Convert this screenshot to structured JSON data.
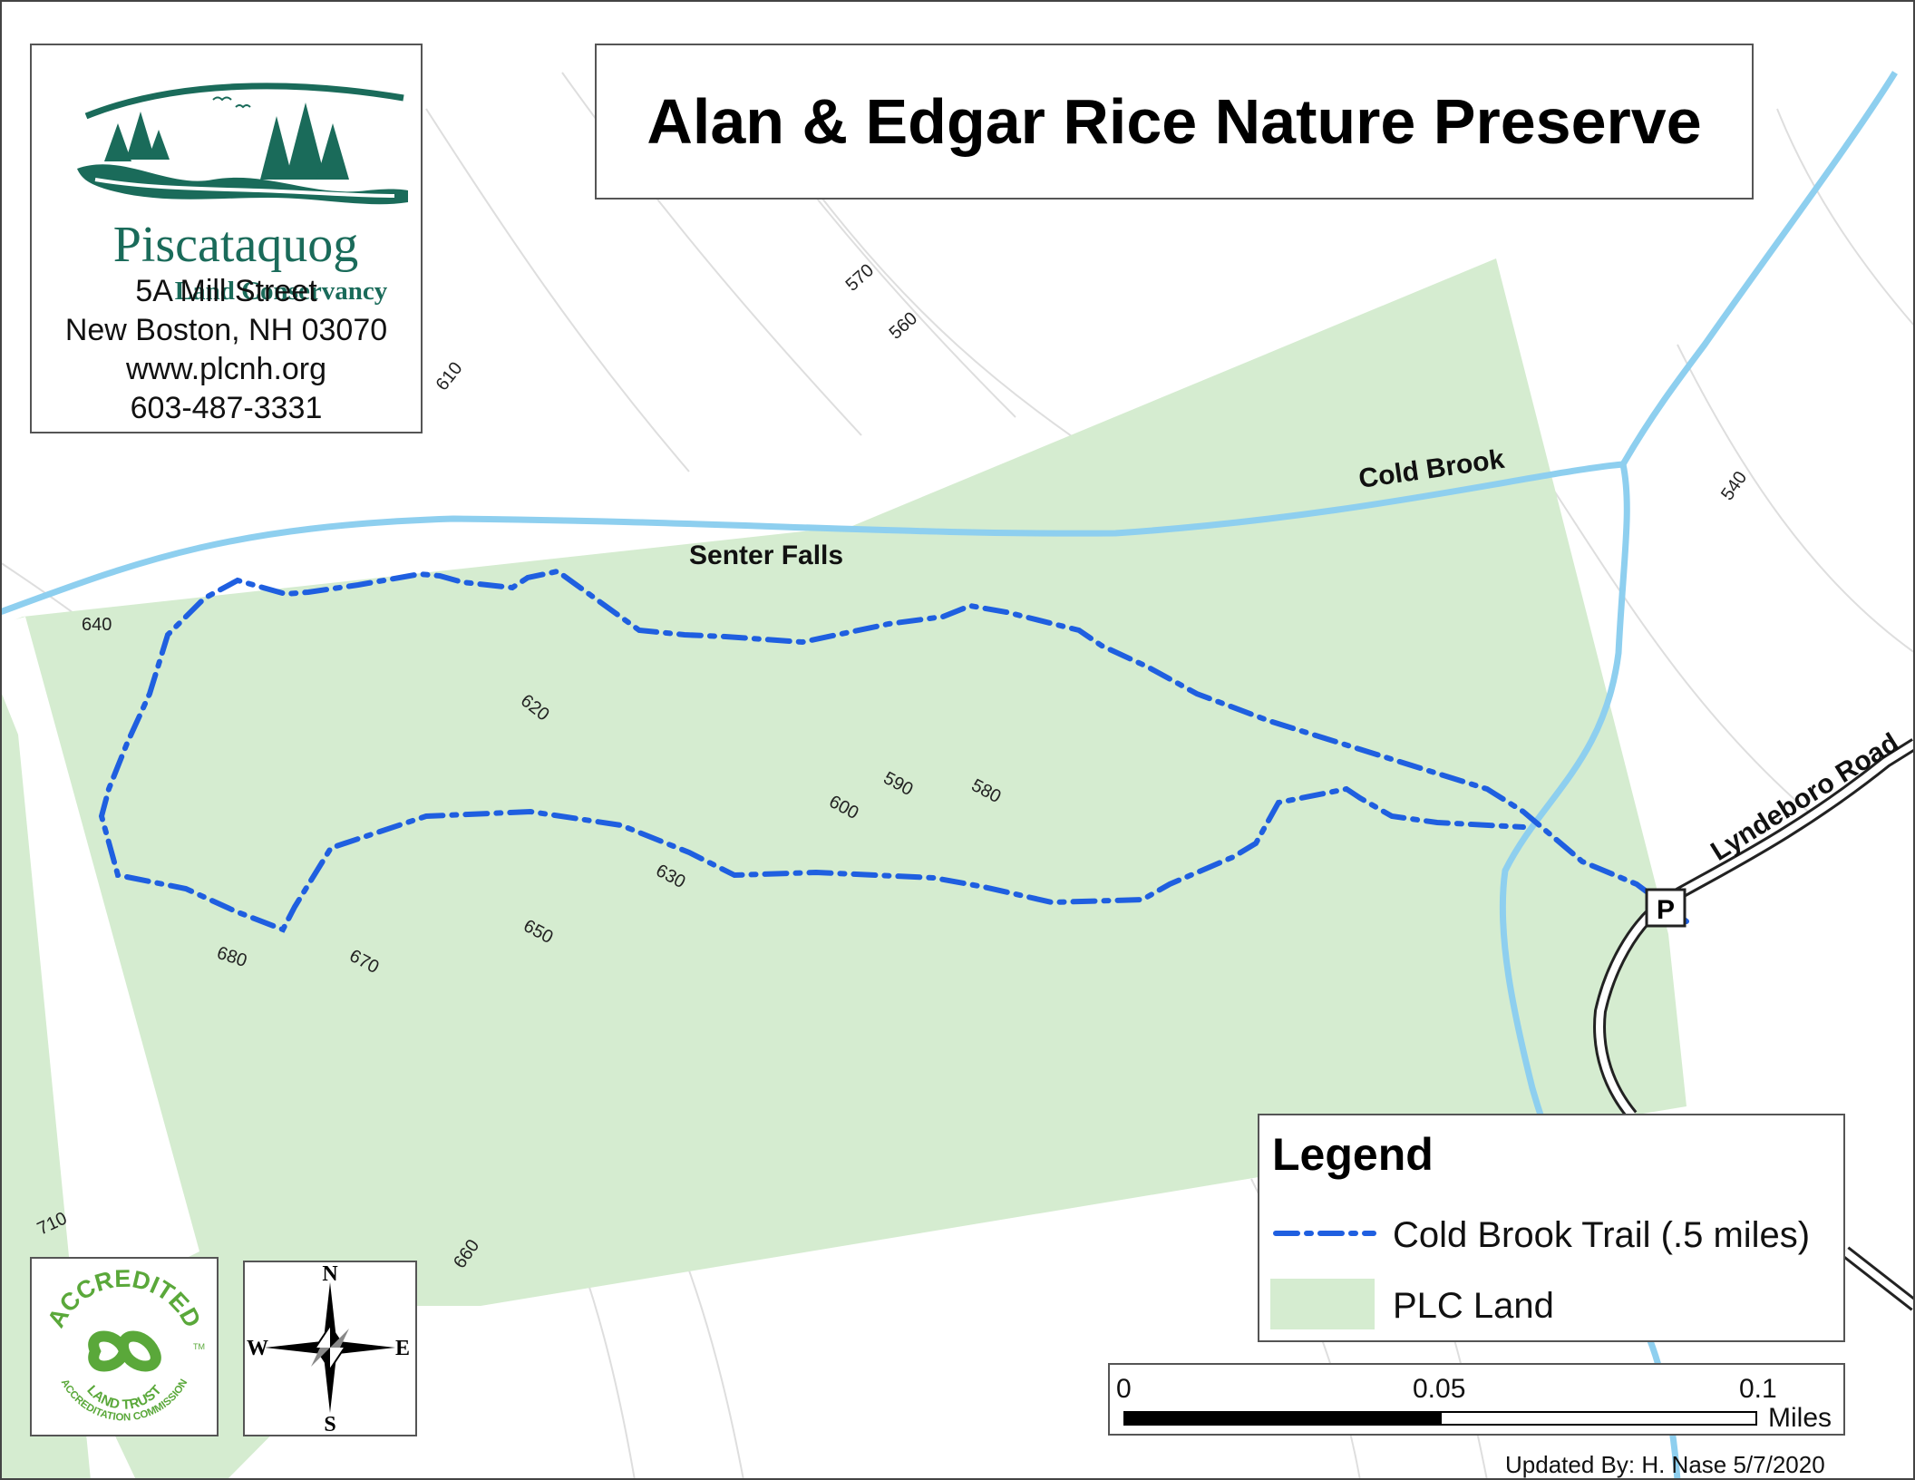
{
  "title": "Alan & Edgar Rice Nature Preserve",
  "organization": {
    "name_line1": "Piscataquog",
    "name_line2": "Land Conservancy",
    "address_line1": "5A Mill Street",
    "address_line2": "New Boston, NH 03070",
    "website": "www.plcnh.org",
    "phone": "603-487-3331"
  },
  "map_labels": {
    "stream": "Cold Brook",
    "falls": "Senter Falls",
    "road": "Lyndeboro Road",
    "parking": "P",
    "contours": [
      "570",
      "560",
      "610",
      "540",
      "640",
      "620",
      "590",
      "580",
      "600",
      "630",
      "650",
      "680",
      "670",
      "710",
      "660"
    ]
  },
  "legend": {
    "title": "Legend",
    "items": [
      {
        "label": "Cold Brook Trail (.5 miles)",
        "color": "#1f5fe0"
      },
      {
        "label": "PLC Land",
        "color": "#d5ecd0"
      }
    ]
  },
  "scale_bar": {
    "ticks": [
      "0",
      "0.05",
      "0.1"
    ],
    "unit": "Miles"
  },
  "compass": {
    "n": "N",
    "s": "S",
    "e": "E",
    "w": "W"
  },
  "accreditation": {
    "top_text": "ACCREDITED",
    "tm": "TM",
    "bottom_text1": "LAND TRUST",
    "bottom_text2": "ACCREDITATION COMMISSION"
  },
  "updated_by": "Updated By: H. Nase 5/7/2020",
  "colors": {
    "land": "#d5ecd0",
    "water": "#8ecfef",
    "trail": "#1f5fe0",
    "contour": "#dcdcdc",
    "logo_green": "#1a6b5a"
  }
}
